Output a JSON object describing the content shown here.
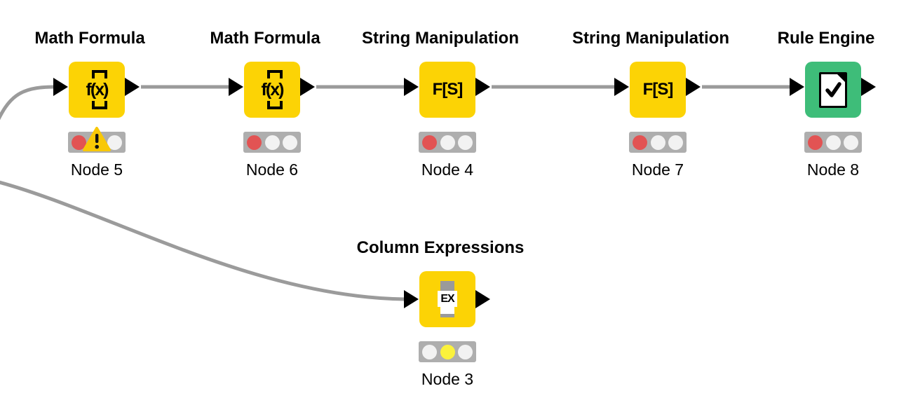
{
  "app": "KNIME workflow canvas",
  "colors": {
    "node_yellow": "#FCD305",
    "node_green": "#3EBD79",
    "wire_gray": "#9B9B9B",
    "traffic_bar": "#AEAEAE",
    "light_red": "#E25353",
    "light_yellow": "#FBF23C",
    "light_off": "#F2F2F2",
    "warning_yellow": "#F8C807",
    "port_black": "#000000"
  },
  "nodes": [
    {
      "title": "Math Formula",
      "label": "Node 5",
      "icon": "fx-icon",
      "icon_text": "f(x)",
      "lights": [
        "red",
        "off",
        "off"
      ],
      "warning": true
    },
    {
      "title": "Math Formula",
      "label": "Node 6",
      "icon": "fx-icon",
      "icon_text": "f(x)",
      "lights": [
        "red",
        "off",
        "off"
      ],
      "warning": false
    },
    {
      "title": "String Manipulation",
      "label": "Node 4",
      "icon": "string-icon",
      "icon_text": "F[S]",
      "lights": [
        "red",
        "off",
        "off"
      ],
      "warning": false
    },
    {
      "title": "String Manipulation",
      "label": "Node 7",
      "icon": "string-icon",
      "icon_text": "F[S]",
      "lights": [
        "red",
        "off",
        "off"
      ],
      "warning": false
    },
    {
      "title": "Rule Engine",
      "label": "Node 8",
      "icon": "document-check-icon",
      "icon_text": "",
      "lights": [
        "red",
        "off",
        "off"
      ],
      "warning": false
    },
    {
      "title": "Column Expressions",
      "label": "Node 3",
      "icon": "ex-column-icon",
      "icon_text": "EX",
      "lights": [
        "off",
        "yellow",
        "off"
      ],
      "warning": false
    }
  ],
  "connections": [
    {
      "from": "off-canvas-left",
      "to": "Node 5"
    },
    {
      "from": "Node 5",
      "to": "Node 6"
    },
    {
      "from": "Node 6",
      "to": "Node 4"
    },
    {
      "from": "Node 4",
      "to": "Node 7"
    },
    {
      "from": "Node 7",
      "to": "Node 8"
    },
    {
      "from": "off-canvas-left",
      "to": "Node 3"
    }
  ]
}
